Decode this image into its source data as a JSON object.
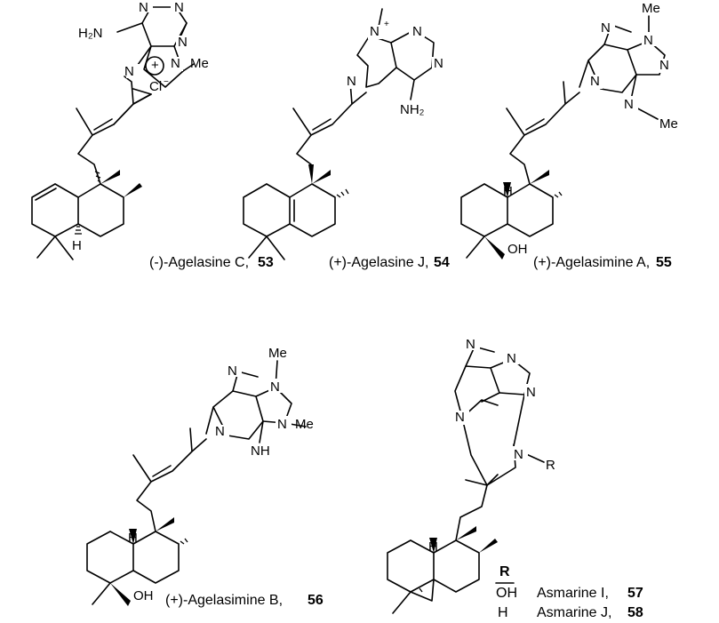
{
  "compounds": [
    {
      "name": "(-)-Agelasine C, ",
      "number": "53"
    },
    {
      "name": "(+)-Agelasine J, ",
      "number": "54"
    },
    {
      "name": "(+)-Agelasimine A, ",
      "number": "55"
    },
    {
      "name": "(+)-Agelasimine B, ",
      "number": "56"
    },
    {
      "name": "Asmarine I, ",
      "number": "57"
    },
    {
      "name": "Asmarine J, ",
      "number": "58"
    }
  ],
  "atoms": {
    "h2n": "H₂N",
    "n": "N",
    "me": "Me",
    "plus": "+",
    "cl": "Cl",
    "cl_charge": "−",
    "h": "H",
    "oh": "OH",
    "nh2": "NH₂",
    "nh": "NH",
    "n_plus": "+",
    "r": "R"
  },
  "legend": {
    "header": "R",
    "row1_group": "OH",
    "row2_group": "H"
  }
}
